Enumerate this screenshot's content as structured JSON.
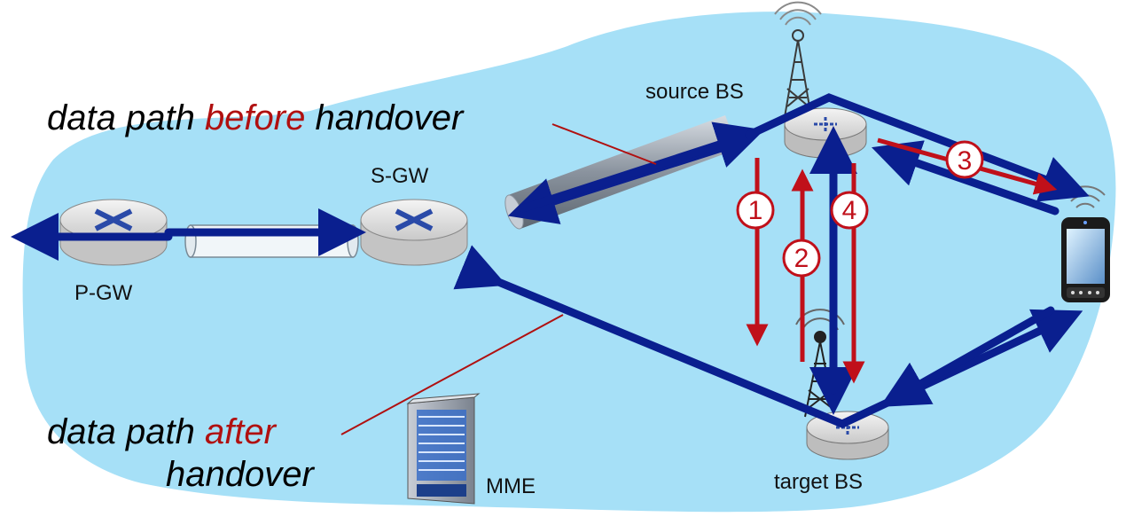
{
  "nodes": {
    "pgw": "P-GW",
    "sgw": "S-GW",
    "source_bs": "source BS",
    "target_bs": "target BS",
    "mme": "MME"
  },
  "captions": {
    "before": {
      "pre": "data path ",
      "highlight": "before",
      "post": " handover"
    },
    "after": {
      "pre": "data path ",
      "highlight": "after",
      "line2": "handover"
    }
  },
  "steps": [
    "1",
    "2",
    "3",
    "4"
  ],
  "colors": {
    "cloud": "#a6e0f7",
    "path": "#0a1f8f",
    "signal": "#c0101a",
    "highlight": "#b01010"
  },
  "icons": [
    "router-icon",
    "antenna-tower-icon",
    "server-rack-icon",
    "smartphone-icon",
    "wireless-signal-icon",
    "tunnel-pipe-icon"
  ]
}
